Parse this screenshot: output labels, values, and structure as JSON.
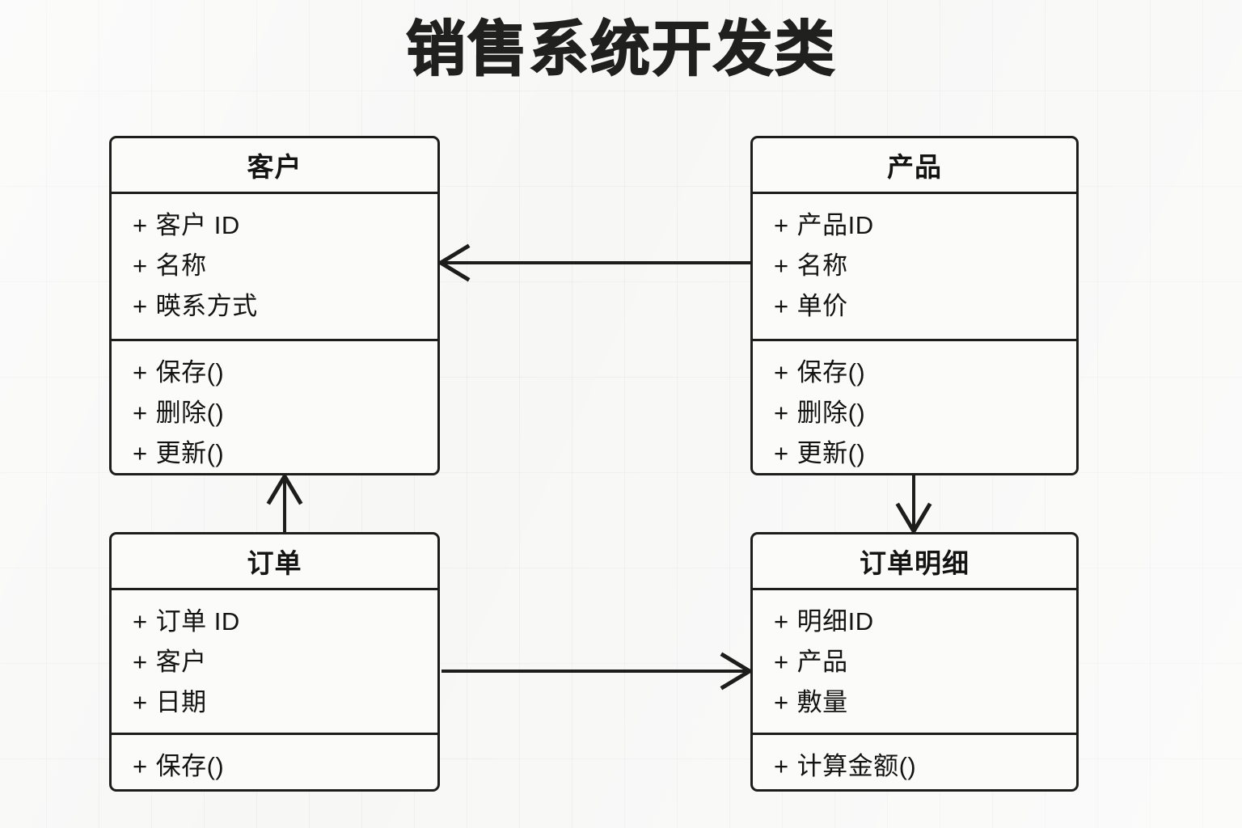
{
  "title": "销售系统开发类",
  "theme": {
    "background": "#f7f7f6",
    "box_fill": "#fbfbfa",
    "line_color": "#1d1d1c",
    "text_color": "#141414"
  },
  "classes": [
    {
      "id": "customer",
      "name": "客户",
      "attributes": [
        {
          "visibility": "+",
          "label": "客户 ID"
        },
        {
          "visibility": "+",
          "label": "名称"
        },
        {
          "visibility": "+",
          "label": "暎系方式"
        }
      ],
      "methods": [
        {
          "visibility": "+",
          "label": "保存()"
        },
        {
          "visibility": "+",
          "label": "删除()"
        },
        {
          "visibility": "+",
          "label": "更新()"
        }
      ]
    },
    {
      "id": "product",
      "name": "产品",
      "attributes": [
        {
          "visibility": "+",
          "label": "产品ID"
        },
        {
          "visibility": "+",
          "label": "名称"
        },
        {
          "visibility": "+",
          "label": "单价"
        }
      ],
      "methods": [
        {
          "visibility": "+",
          "label": "保存()"
        },
        {
          "visibility": "+",
          "label": "删除()"
        },
        {
          "visibility": "+",
          "label": "更新()"
        }
      ]
    },
    {
      "id": "order",
      "name": "订单",
      "attributes": [
        {
          "visibility": "+",
          "label": "订单 ID"
        },
        {
          "visibility": "+",
          "label": "客户"
        },
        {
          "visibility": "+",
          "label": "日期"
        }
      ],
      "methods": [
        {
          "visibility": "+",
          "label": "保存()"
        }
      ]
    },
    {
      "id": "orderitem",
      "name": "订单明细",
      "attributes": [
        {
          "visibility": "+",
          "label": "明细ID"
        },
        {
          "visibility": "+",
          "label": "产品"
        },
        {
          "visibility": "+",
          "label": "敷量"
        }
      ],
      "methods": [
        {
          "visibility": "+",
          "label": "计算金额()"
        }
      ]
    }
  ],
  "connectors": [
    {
      "id": "product-to-customer",
      "from": "product",
      "to": "customer",
      "direction": "left",
      "arrow": "open"
    },
    {
      "id": "order-to-customer",
      "from": "order",
      "to": "customer",
      "direction": "up",
      "arrow": "open"
    },
    {
      "id": "product-to-orderitem",
      "from": "product",
      "to": "orderitem",
      "direction": "down",
      "arrow": "open"
    },
    {
      "id": "order-to-orderitem",
      "from": "order",
      "to": "orderitem",
      "direction": "right",
      "arrow": "open"
    }
  ]
}
